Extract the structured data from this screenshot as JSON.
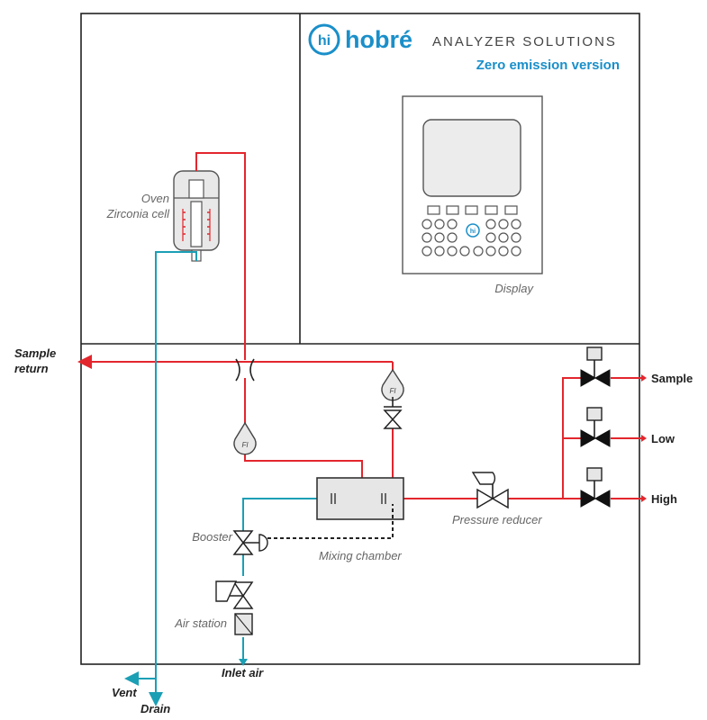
{
  "brand": {
    "logo_mark": "hi",
    "name": "hobré",
    "subtitle": "ANALYZER SOLUTIONS",
    "version": "Zero emission version",
    "accent": "#1a8fc9"
  },
  "labels": {
    "oven_line1": "Oven",
    "oven_line2": "Zirconia cell",
    "display": "Display",
    "sample_return_1": "Sample",
    "sample_return_2": "return",
    "sample": "Sample",
    "low": "Low",
    "high": "High",
    "pressure_reducer": "Pressure reducer",
    "mixing_chamber": "Mixing chamber",
    "booster": "Booster",
    "air_station": "Air station",
    "inlet_air": "Inlet air",
    "vent": "Vent",
    "drain": "Drain",
    "flow_indicator": "FI"
  },
  "colors": {
    "sample_line": "#e3262d",
    "air_line": "#1b9fb5",
    "outline": "#222222"
  }
}
